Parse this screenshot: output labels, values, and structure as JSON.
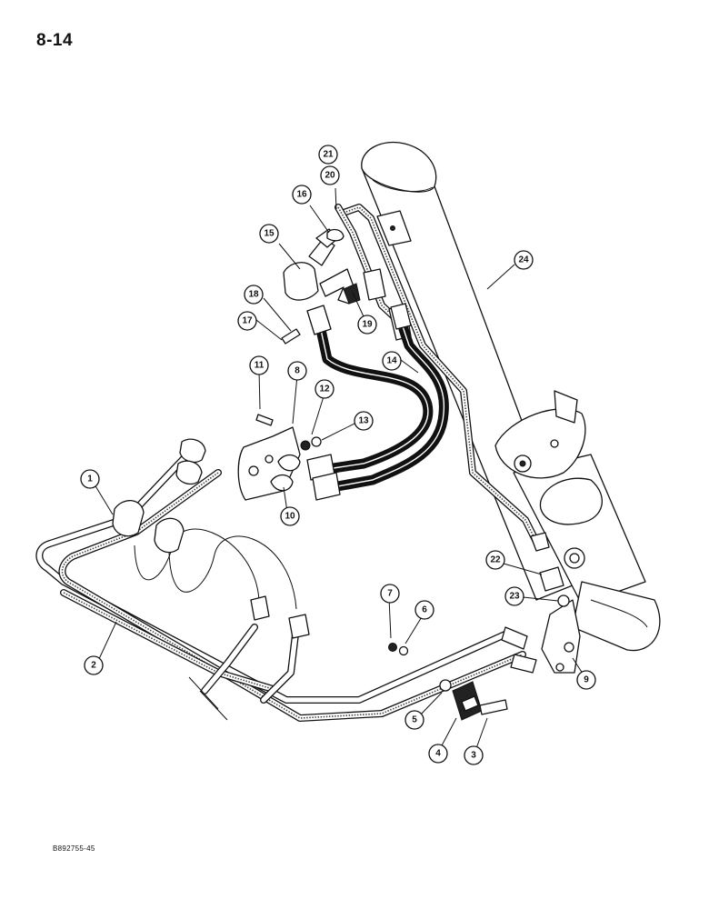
{
  "page": {
    "number": "8-14",
    "figure_code": "B892755-45"
  },
  "callouts": [
    "1",
    "2",
    "3",
    "4",
    "5",
    "6",
    "7",
    "8",
    "9",
    "10",
    "11",
    "12",
    "13",
    "14",
    "15",
    "16",
    "17",
    "18",
    "19",
    "20",
    "21",
    "22",
    "23",
    "24"
  ]
}
